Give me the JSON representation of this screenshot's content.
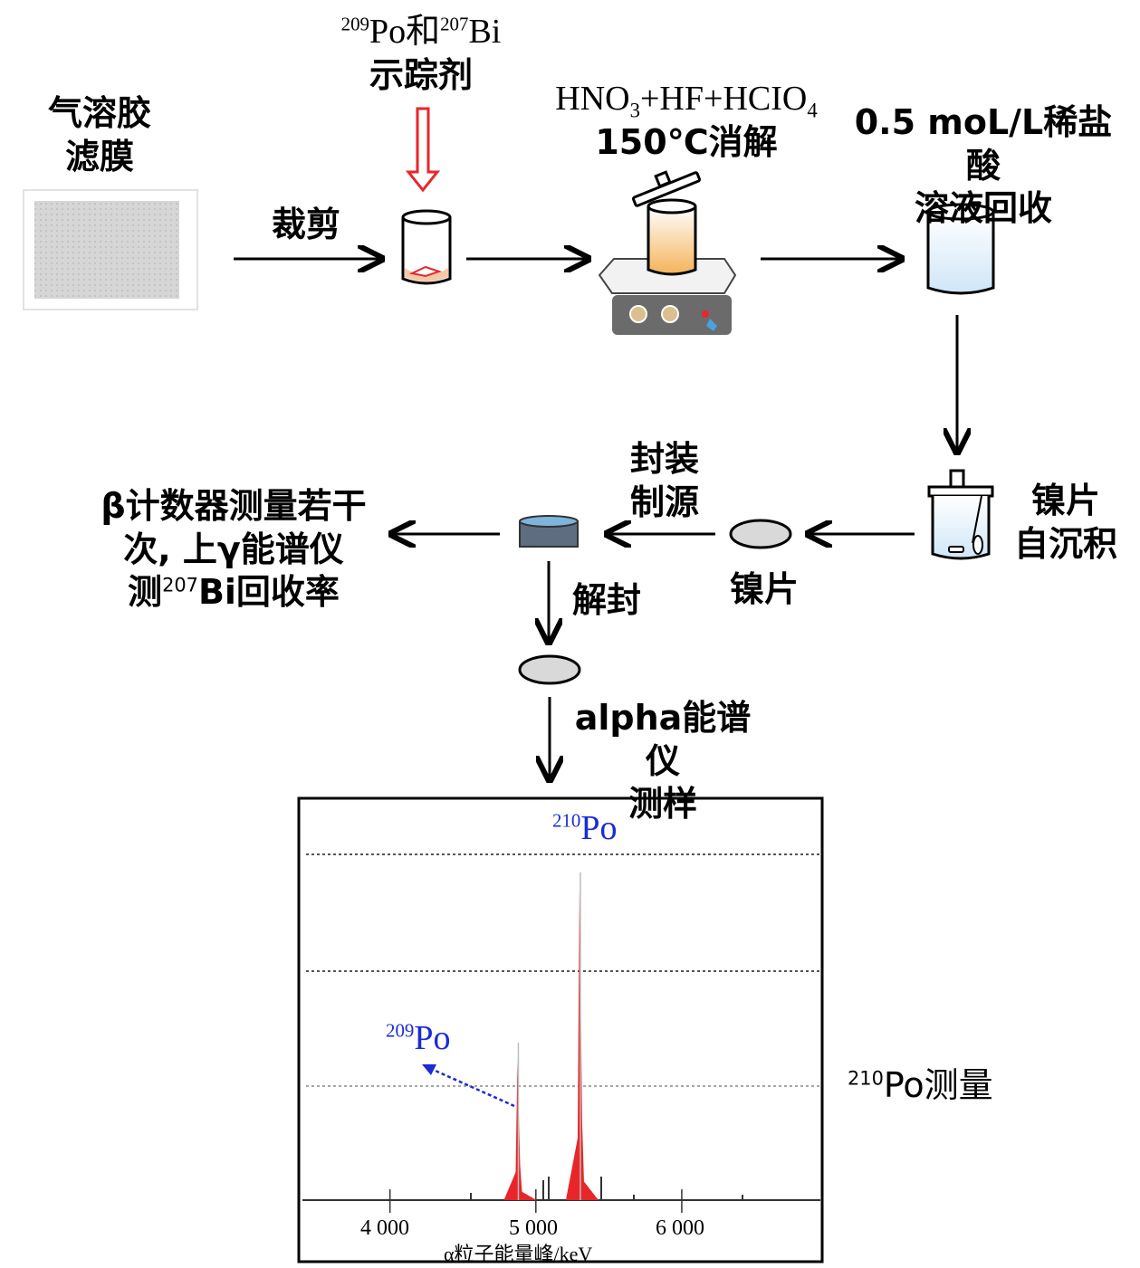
{
  "steps": {
    "filter_label": [
      "气溶胶",
      "滤膜"
    ],
    "cut_label": "裁剪",
    "tracer": {
      "iso1": "209",
      "el1": "Po和",
      "iso2": "207",
      "el2": "Bi",
      "line2": "示踪剂"
    },
    "digest": {
      "acid": "HNO",
      "sub": "3",
      "mid": "+HF+HCIO",
      "sub2": "4",
      "line2": "150℃消解"
    },
    "recover": [
      "0.5 moL/L稀盐酸",
      "溶液回收"
    ],
    "deposit": [
      "镍片",
      "自沉积"
    ],
    "nickel": "镍片",
    "seal": [
      "封装",
      "制源"
    ],
    "beta": {
      "line1": "β计数器测量若干",
      "line2": "次, 上γ能谱仪",
      "line3_pre": "测",
      "iso": "207",
      "line3_post": "Bi回收率"
    },
    "unseal": "解封",
    "alpha": [
      "alpha能谱仪",
      "测样"
    ],
    "po_measure": {
      "iso": "210",
      "text": "Po测量"
    }
  },
  "chart_data": {
    "type": "line",
    "xlabel": "α粒子能量峰/keV",
    "x_ticks": [
      "4 000",
      "5 000",
      "6 000"
    ],
    "xlim": [
      3400,
      6950
    ],
    "peaks": [
      {
        "name": "209Po",
        "iso": "209",
        "el": "Po",
        "x": 4880,
        "height": 0.45
      },
      {
        "name": "210Po",
        "iso": "210",
        "el": "Po",
        "x": 5305,
        "height": 1.0
      }
    ],
    "colors": {
      "peak": "#e8262a",
      "label": "#1a2bd9",
      "arrow_red": "#e8262a"
    }
  }
}
